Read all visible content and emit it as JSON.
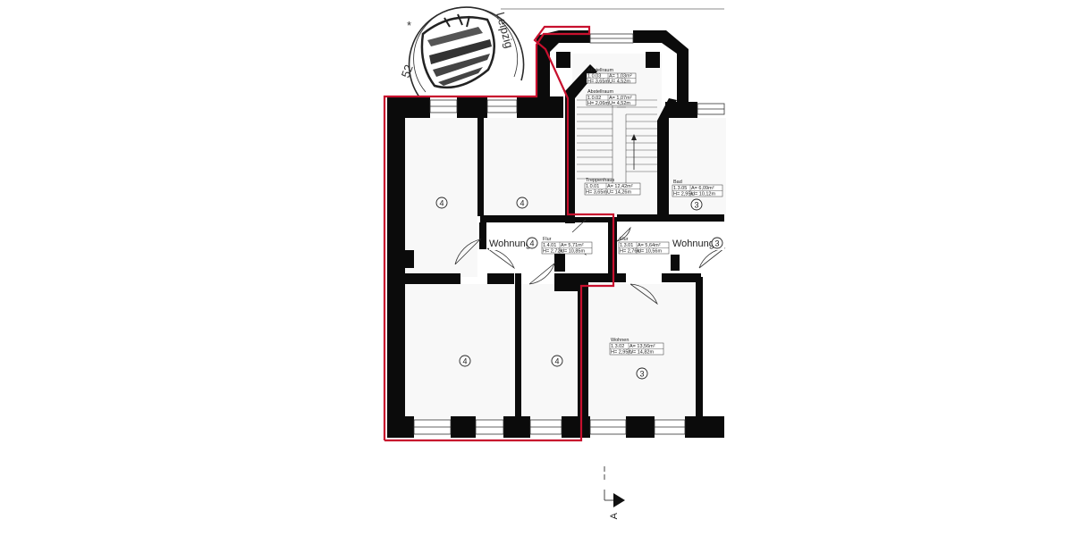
{
  "stamp": {
    "city": "Leipzig",
    "number": "52"
  },
  "section_marker": {
    "label": "A"
  },
  "apartments": {
    "unit4": {
      "name": "Wohnung",
      "number": "4"
    },
    "unit3": {
      "name": "Wohnung",
      "number": "3"
    }
  },
  "rooms": [
    {
      "id": "r4a",
      "number": "4"
    },
    {
      "id": "r4b",
      "number": "4"
    },
    {
      "id": "r4c",
      "number": "4"
    },
    {
      "id": "r4d",
      "number": "4"
    },
    {
      "id": "r3bad",
      "number": "3"
    },
    {
      "id": "r3wohnen",
      "number": "3"
    }
  ],
  "room_tags": {
    "abstellraum1": {
      "name": "Abstellraum",
      "code": "1.0.03",
      "area": "A= 1,03m²",
      "height": "H= 3,65m",
      "perimeter": "U= 4,52m"
    },
    "abstellraum2": {
      "name": "Abstellraum",
      "code": "1.0.02",
      "area": "A= 1,07m²",
      "height": "H= 2,06m",
      "perimeter": "U= 4,52m"
    },
    "treppenhaus": {
      "name": "Treppenhaus",
      "code": "1.0.01",
      "area": "A= 12,42m²",
      "height": "H= 3,65m",
      "perimeter": "U= 14,26m"
    },
    "flur4": {
      "name": "Flur",
      "code": "1.4.01",
      "area": "A= 5,71m²",
      "height": "H= 2,72m",
      "perimeter": "U= 10,85m"
    },
    "flur3": {
      "name": "Flur",
      "code": "1.3.01",
      "area": "A= 5,64m²",
      "height": "H= 2,76m",
      "perimeter": "U= 10,56m"
    },
    "bad3": {
      "name": "Bad",
      "code": "1.3.05",
      "area": "A= 6,09m²",
      "height": "H= 2,95m",
      "perimeter": "U= 10,12m"
    },
    "wohnen3": {
      "name": "Wohnen",
      "code": "1.3.02",
      "area": "A= 13,56m²",
      "height": "H= 2,95m",
      "perimeter": "U= 14,82m"
    }
  },
  "colors": {
    "wall": "#0b0b0b",
    "highlight": "#c8102e",
    "room_fill": "#f7f7f7",
    "stamp_ink": "#2a2a2a"
  }
}
